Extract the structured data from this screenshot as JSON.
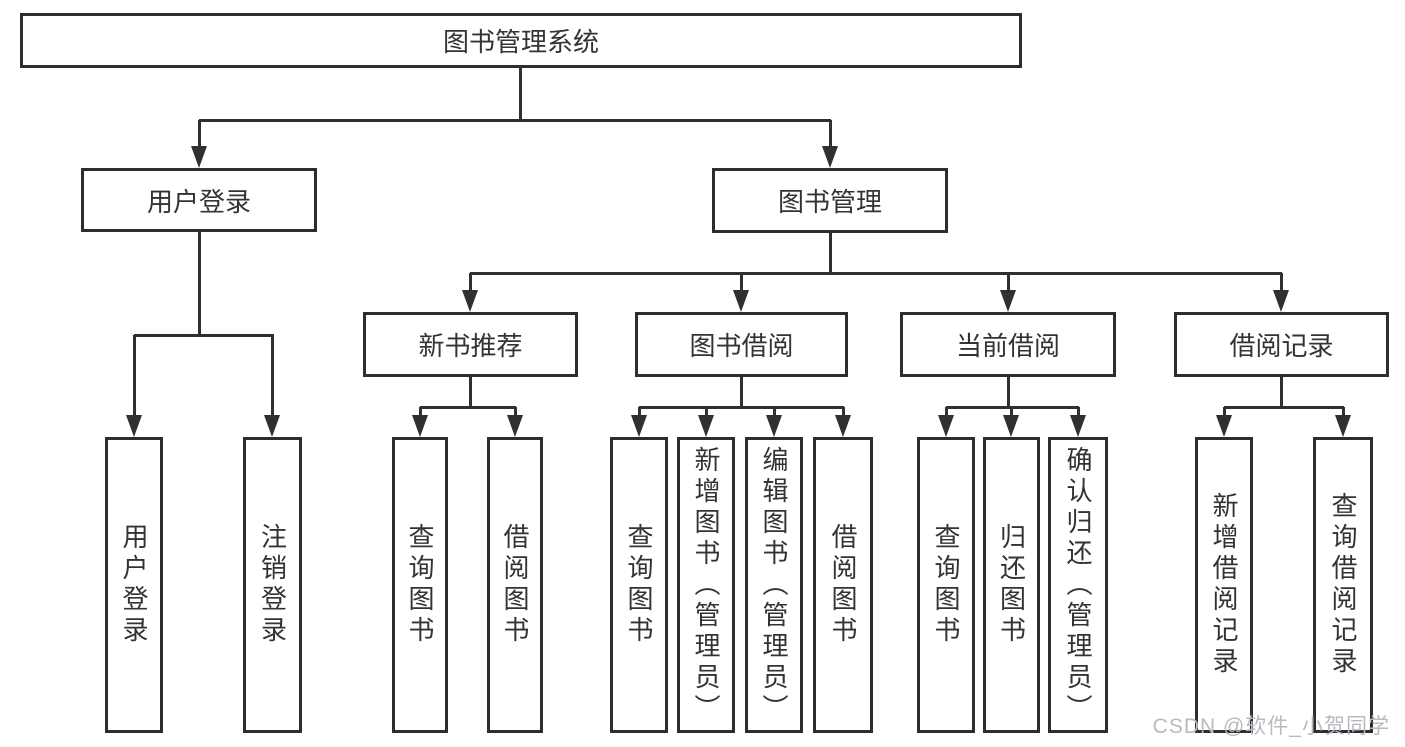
{
  "diagram": {
    "root": {
      "label": "图书管理系统"
    },
    "level2": [
      {
        "label": "用户登录"
      },
      {
        "label": "图书管理"
      }
    ],
    "level3": [
      {
        "label": "新书推荐"
      },
      {
        "label": "图书借阅"
      },
      {
        "label": "当前借阅"
      },
      {
        "label": "借阅记录"
      }
    ],
    "leaves": {
      "user_login": [
        "用户登录",
        "注销登录"
      ],
      "new_book_rec": [
        "查询图书",
        "借阅图书"
      ],
      "book_borrow": [
        "查询图书",
        "新增图书（管理员）",
        "编辑图书（管理员）",
        "借阅图书"
      ],
      "current_borrow": [
        "查询图书",
        "归还图书",
        "确认归还（管理员）"
      ],
      "borrow_records": [
        "新增借阅记录",
        "查询借阅记录"
      ]
    }
  },
  "watermark": {
    "text": "CSDN @软件_小贺同学",
    "color": "#b6bac1"
  },
  "colors": {
    "line": "#303030",
    "border": "#2d2d2d",
    "text": "#333333",
    "background": "#ffffff"
  }
}
